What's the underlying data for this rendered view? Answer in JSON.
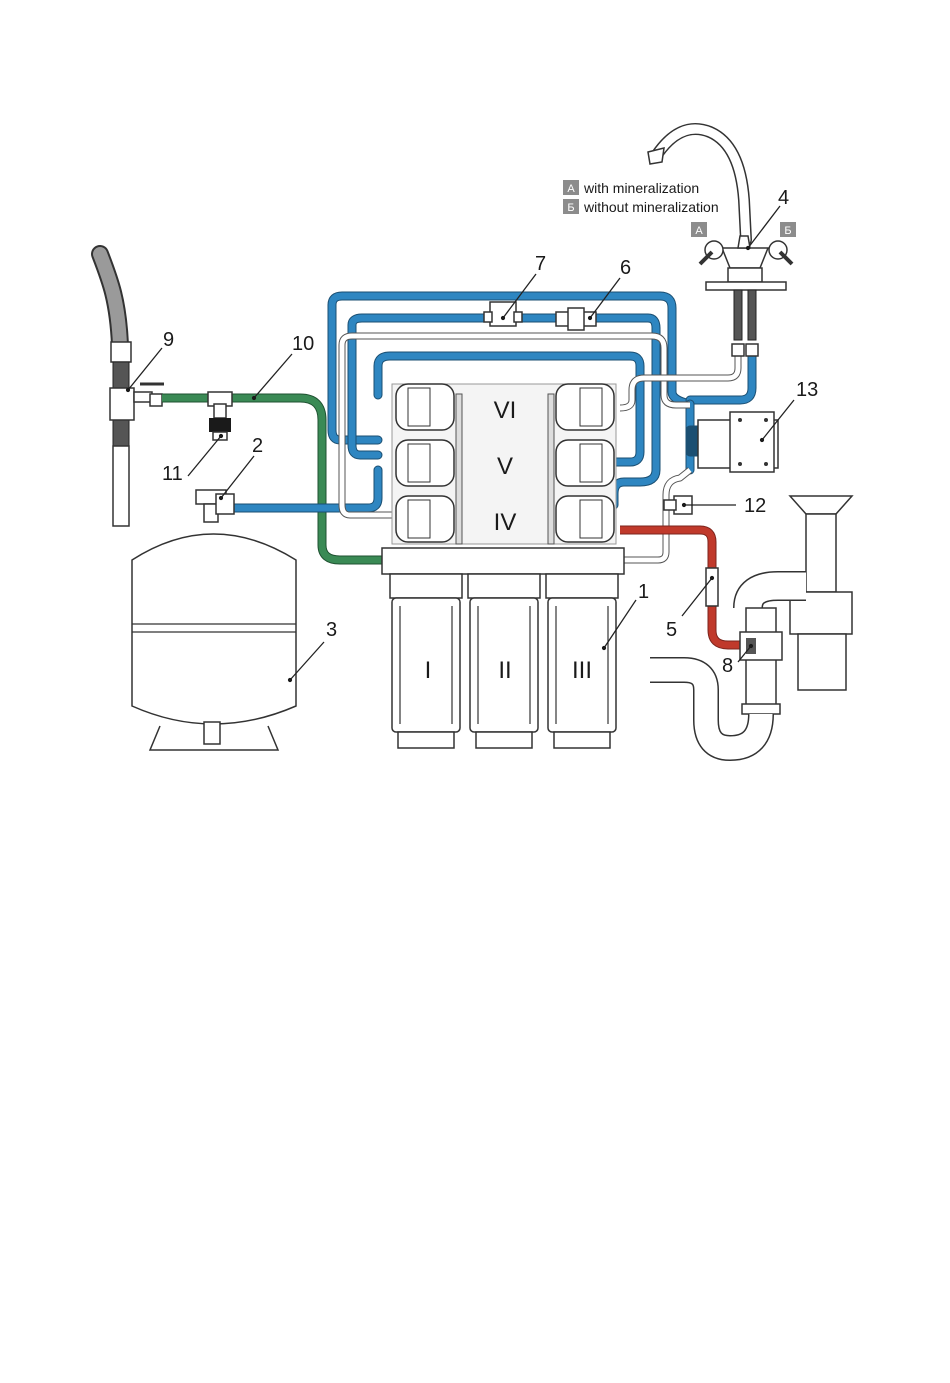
{
  "legend": {
    "items": [
      {
        "badge": "А",
        "text": "with mineralization"
      },
      {
        "badge": "Б",
        "text": "without mineralization"
      }
    ]
  },
  "faucet_badges": {
    "left": "А",
    "right": "Б"
  },
  "callouts": {
    "c1": "1",
    "c2": "2",
    "c3": "3",
    "c4": "4",
    "c5": "5",
    "c6": "6",
    "c7": "7",
    "c8": "8",
    "c9": "9",
    "c10": "10",
    "c11": "11",
    "c12": "12",
    "c13": "13"
  },
  "stages": {
    "s1": "I",
    "s2": "II",
    "s3": "III",
    "s4": "IV",
    "s5": "V",
    "s6": "VI"
  },
  "colors": {
    "permeate_pipe": "#2e86c1",
    "feed_pipe": "#3a8a55",
    "drain_pipe": "#c0392b",
    "badge": "#8c8c8c"
  }
}
